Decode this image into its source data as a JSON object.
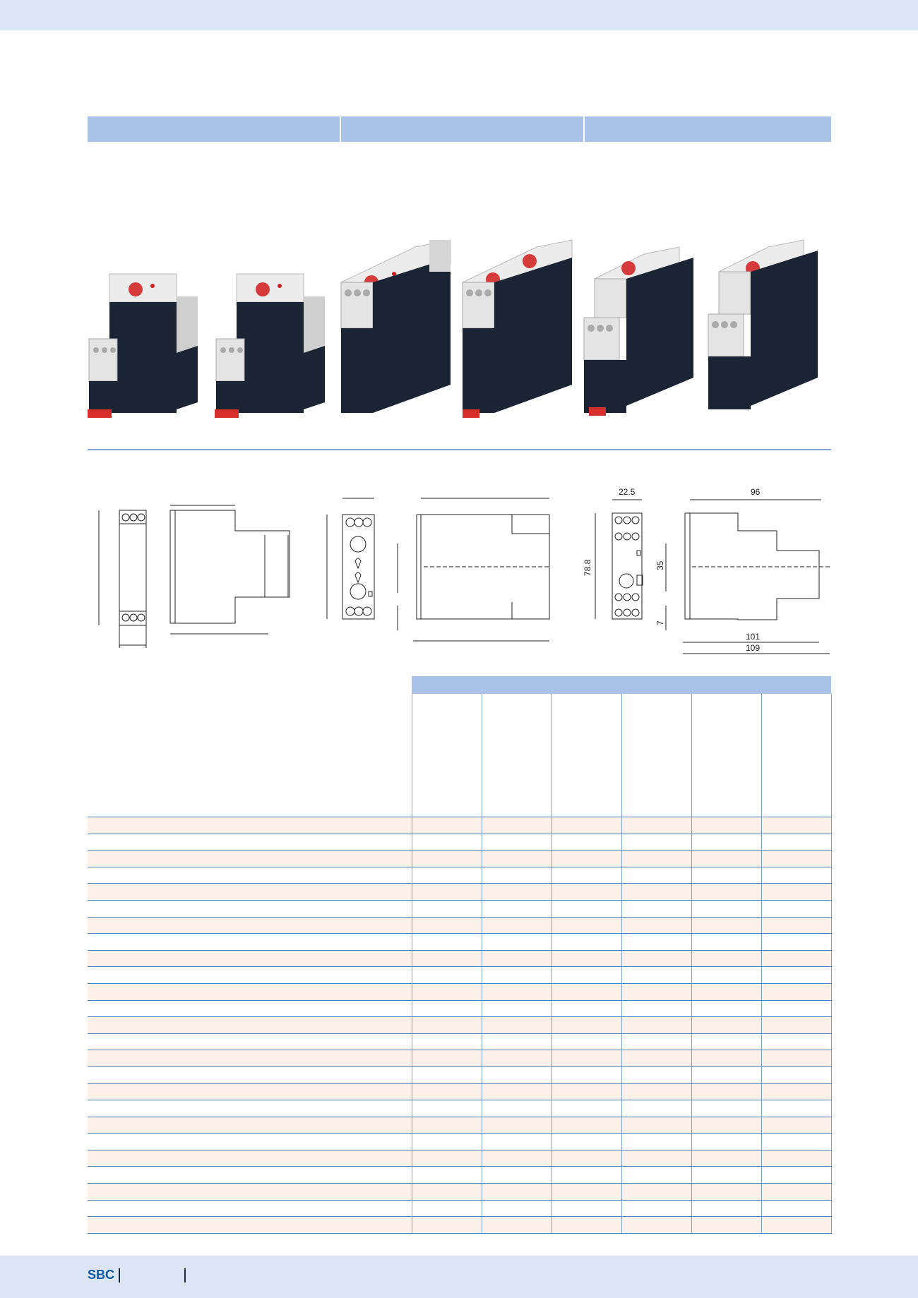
{
  "footer": {
    "brand": "SBC"
  },
  "dimensions": {
    "width_top": "22.5",
    "depth_top": "96",
    "height_left": "78.8",
    "rail_height": "35",
    "foot_offset": "7",
    "depth_bottom_1": "101",
    "depth_bottom_2": "109"
  },
  "colors": {
    "header_blue": "#a9c3e8",
    "row_tint": "#fbf1e8",
    "brand_blue": "#0e5aa7"
  }
}
